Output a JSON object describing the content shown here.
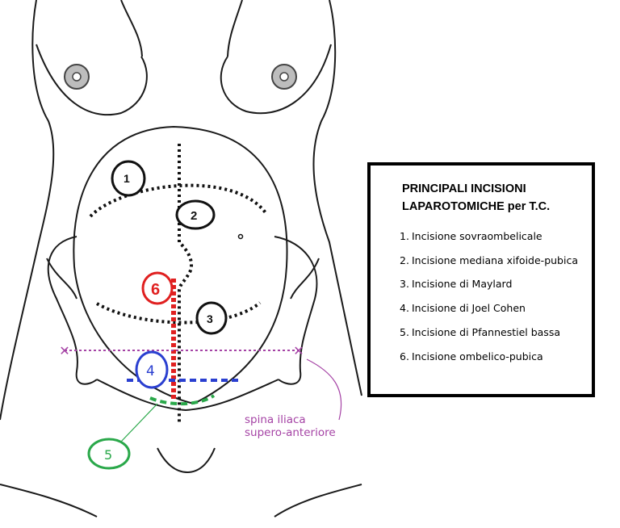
{
  "legend": {
    "title_line1": "PRINCIPALI INCISIONI",
    "title_line2": "LAPAROTOMICHE per T.C.",
    "items": [
      {
        "num": "1.",
        "text": "Incisione sovraombelicale"
      },
      {
        "num": "2.",
        "text": "Incisione mediana xifoide-pubica"
      },
      {
        "num": "3.",
        "text": "Incisione di Maylard"
      },
      {
        "num": "4.",
        "text": "Incisione di Joel Cohen"
      },
      {
        "num": "5.",
        "text": "Incisione di Pfannestiel bassa"
      },
      {
        "num": "6.",
        "text": "Incisione ombelico-pubica"
      }
    ]
  },
  "markers": {
    "m1": "1",
    "m2": "2",
    "m3": "3",
    "m4": "4",
    "m5": "5",
    "m6": "6"
  },
  "annotation": {
    "line1": "spina iliaca",
    "line2": "supero-anteriore"
  },
  "colors": {
    "outline": "#1a1a1a",
    "incision_black": "#111111",
    "incision_red": "#e02020",
    "incision_blue": "#2a3fd0",
    "incision_green": "#2aa84a",
    "annotation_purple": "#a543a5"
  }
}
